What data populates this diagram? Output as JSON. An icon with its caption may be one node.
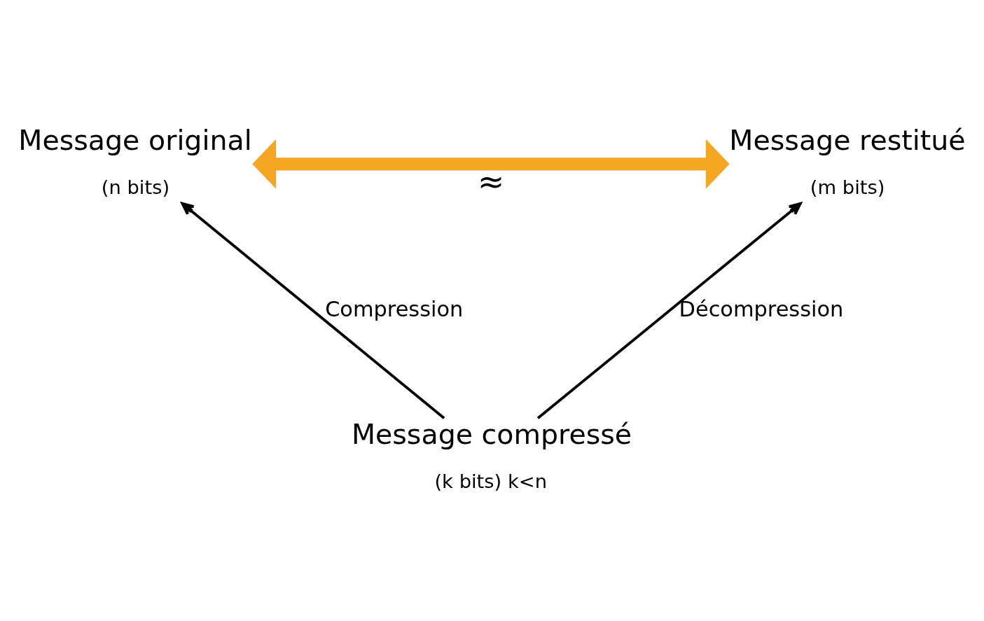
{
  "diagram": {
    "nodes": [
      {
        "text": [
          "Message original",
          "(n bits)"
        ]
      },
      {
        "text": [
          "Message restitué",
          "(m bits)"
        ]
      },
      {
        "text": [
          "Message compressé",
          "(k bits) k<n"
        ]
      }
    ],
    "edges": [
      {
        "from": 2,
        "to": 0,
        "arrow": "to",
        "label": "Compression"
      },
      {
        "from": 2,
        "to": 1,
        "arrow": "to",
        "label": "Décompression"
      },
      {
        "from": 0,
        "to": 1,
        "arrow": "both",
        "label": "≈",
        "style": "thick",
        "color": "#f5a623"
      }
    ]
  }
}
